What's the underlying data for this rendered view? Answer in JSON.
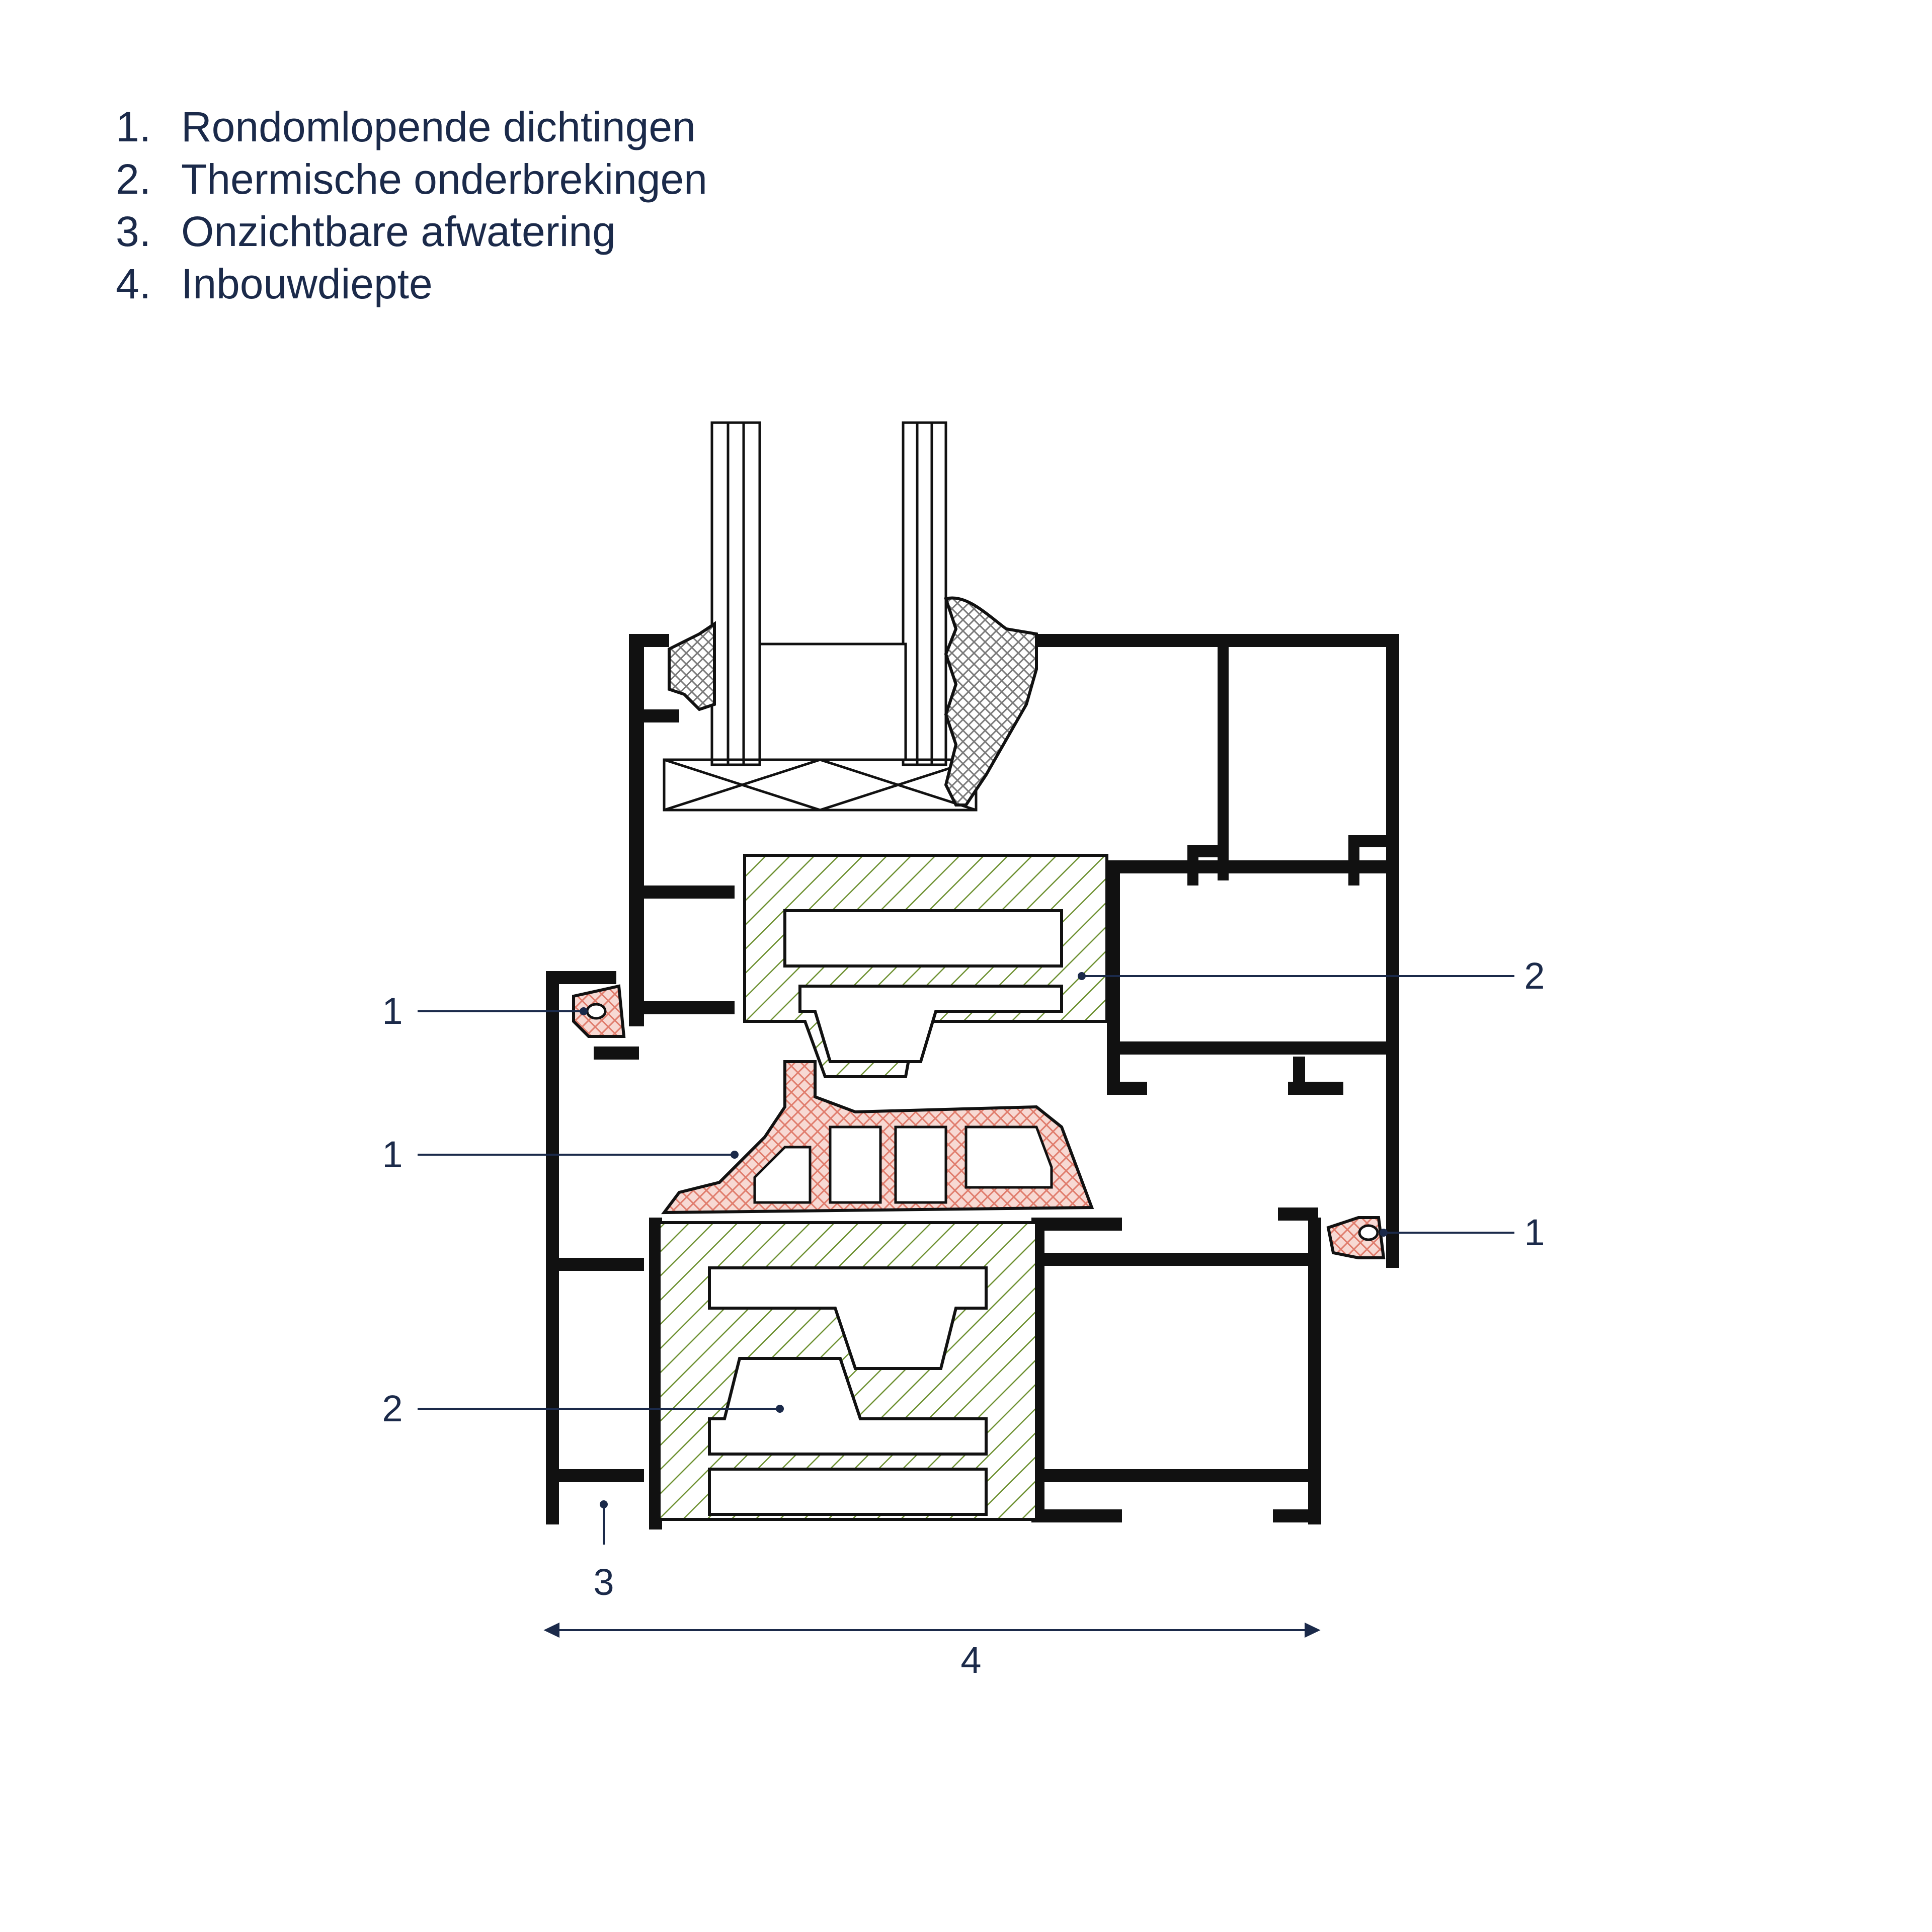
{
  "legend": [
    {
      "number": "1.",
      "label": "Rondomlopende dichtingen"
    },
    {
      "number": "2.",
      "label": "Thermische onderbrekingen"
    },
    {
      "number": "3.",
      "label": "Onzichtbare afwatering"
    },
    {
      "number": "4.",
      "label": "Inbouwdiepte"
    }
  ],
  "callouts": {
    "seal_upper_left": "1",
    "seal_center": "1",
    "seal_right": "1",
    "thermal_upper": "2",
    "thermal_lower": "2",
    "drainage": "3",
    "depth": "4"
  },
  "colors": {
    "text": "#1b2a4a",
    "profile": "#111111",
    "seal": "#e07c6c",
    "seal_fill": "#f6d2cb",
    "insulation_hatch": "#6b8f2e",
    "gasket_grey": "#9a9a9a"
  }
}
